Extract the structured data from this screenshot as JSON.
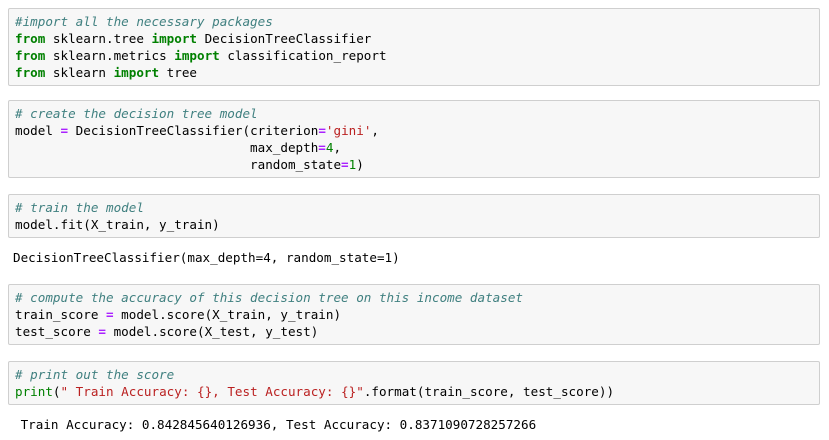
{
  "colors": {
    "comment": "#408080",
    "keyword": "#008000",
    "operator": "#aa22ff",
    "string": "#ba2121",
    "number": "#008000",
    "cell_bg": "#f7f7f7",
    "cell_border": "#cfcfcf"
  },
  "cells": [
    {
      "lines": [
        [
          {
            "t": "cm",
            "v": "#import all the necessary packages"
          }
        ],
        [
          {
            "t": "kw",
            "v": "from"
          },
          {
            "t": "tx",
            "v": " sklearn.tree "
          },
          {
            "t": "kw",
            "v": "import"
          },
          {
            "t": "tx",
            "v": " DecisionTreeClassifier"
          }
        ],
        [
          {
            "t": "kw",
            "v": "from"
          },
          {
            "t": "tx",
            "v": " sklearn.metrics "
          },
          {
            "t": "kw",
            "v": "import"
          },
          {
            "t": "tx",
            "v": " classification_report"
          }
        ],
        [
          {
            "t": "kw",
            "v": "from"
          },
          {
            "t": "tx",
            "v": " sklearn "
          },
          {
            "t": "kw",
            "v": "import"
          },
          {
            "t": "tx",
            "v": " tree"
          }
        ]
      ]
    },
    {
      "lines": [
        [
          {
            "t": "cm",
            "v": "# create the decision tree model"
          }
        ],
        [
          {
            "t": "tx",
            "v": "model "
          },
          {
            "t": "op",
            "v": "="
          },
          {
            "t": "tx",
            "v": " DecisionTreeClassifier(criterion"
          },
          {
            "t": "op",
            "v": "="
          },
          {
            "t": "st",
            "v": "'gini'"
          },
          {
            "t": "tx",
            "v": ","
          }
        ],
        [
          {
            "t": "tx",
            "v": "                               max_depth"
          },
          {
            "t": "op",
            "v": "="
          },
          {
            "t": "nm",
            "v": "4"
          },
          {
            "t": "tx",
            "v": ","
          }
        ],
        [
          {
            "t": "tx",
            "v": "                               random_state"
          },
          {
            "t": "op",
            "v": "="
          },
          {
            "t": "nm",
            "v": "1"
          },
          {
            "t": "tx",
            "v": ")"
          }
        ]
      ]
    },
    {
      "lines": [
        [
          {
            "t": "cm",
            "v": "# train the model"
          }
        ],
        [
          {
            "t": "tx",
            "v": "model.fit(X_train, y_train)"
          }
        ]
      ],
      "output": "DecisionTreeClassifier(max_depth=4, random_state=1)"
    },
    {
      "lines": [
        [
          {
            "t": "cm",
            "v": "# compute the accuracy of this decision tree on this income dataset"
          }
        ],
        [
          {
            "t": "tx",
            "v": "train_score "
          },
          {
            "t": "op",
            "v": "="
          },
          {
            "t": "tx",
            "v": " model.score(X_train, y_train)"
          }
        ],
        [
          {
            "t": "tx",
            "v": "test_score "
          },
          {
            "t": "op",
            "v": "="
          },
          {
            "t": "tx",
            "v": " model.score(X_test, y_test)"
          }
        ]
      ]
    },
    {
      "lines": [
        [
          {
            "t": "cm",
            "v": "# print out the score"
          }
        ],
        [
          {
            "t": "nm",
            "v": "print"
          },
          {
            "t": "tx",
            "v": "("
          },
          {
            "t": "st",
            "v": "\" Train Accuracy: {}, Test Accuracy: {}\""
          },
          {
            "t": "tx",
            "v": ".format(train_score, test_score))"
          }
        ]
      ],
      "output": " Train Accuracy: 0.842845640126936, Test Accuracy: 0.8371090728257266"
    }
  ]
}
